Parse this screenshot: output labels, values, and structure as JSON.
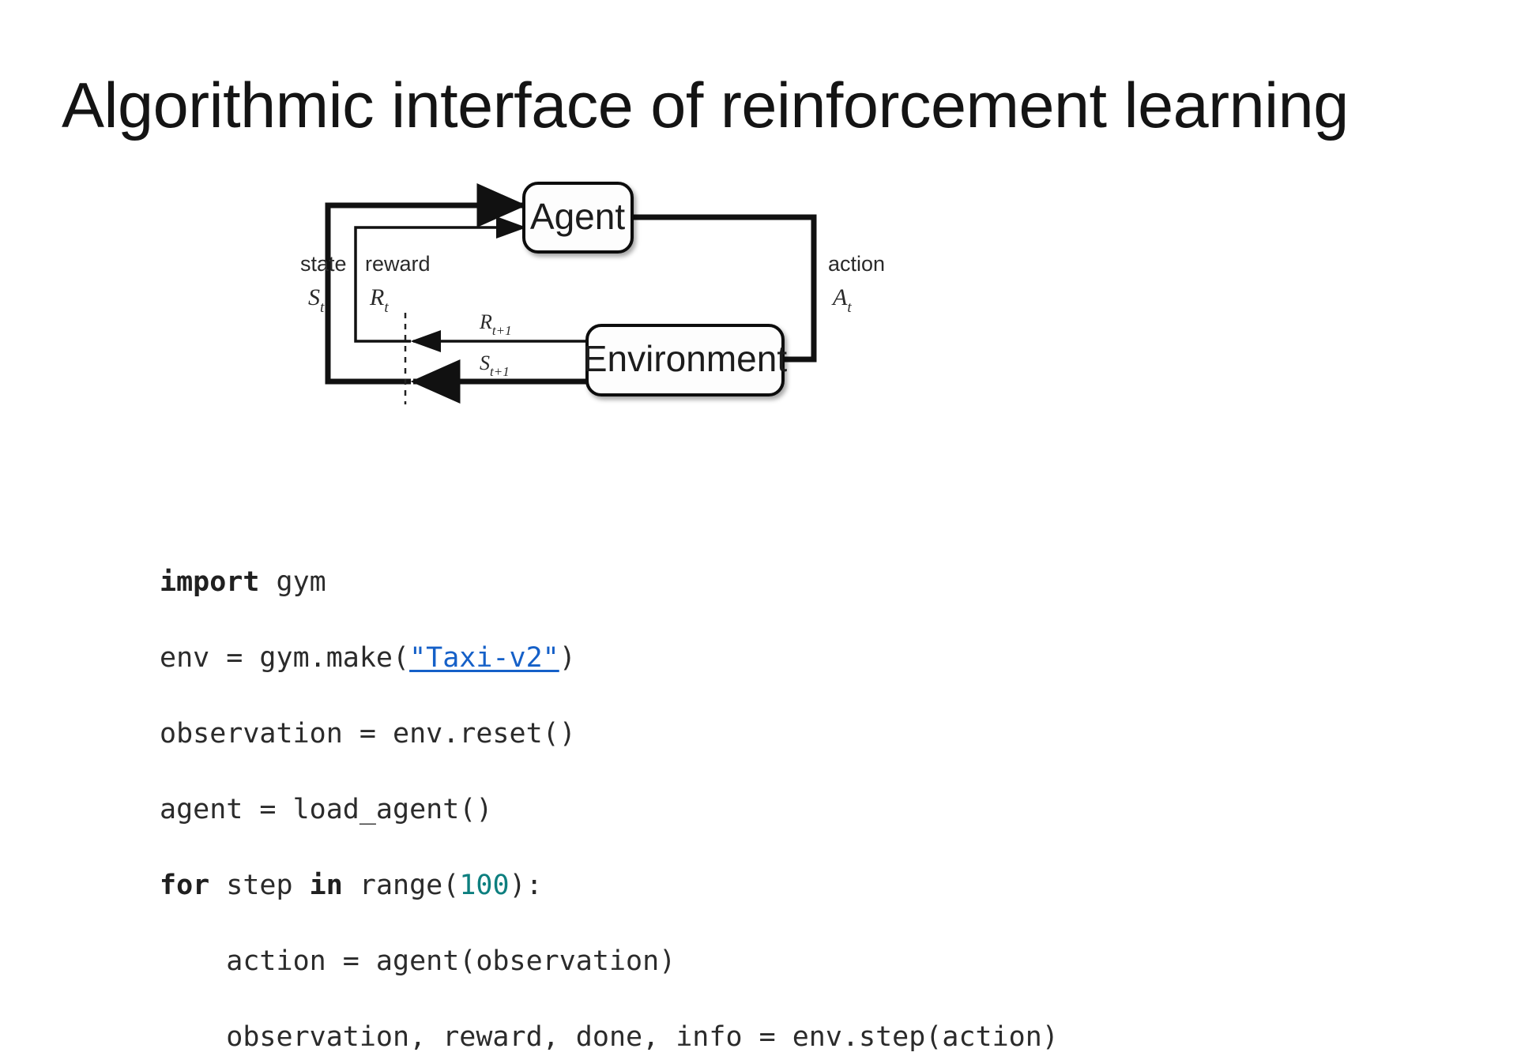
{
  "slide": {
    "title": "Algorithmic interface of reinforcement learning",
    "background_color": "#ffffff",
    "text_color": "#141414"
  },
  "diagram": {
    "name": "agent-environment-interaction-loop",
    "nodes": [
      {
        "id": "agent",
        "label": "Agent"
      },
      {
        "id": "environment",
        "label": "Environment"
      }
    ],
    "edges": [
      {
        "id": "state-in",
        "label": "state",
        "symbol": "S",
        "subscript": "t",
        "from": "environment",
        "to": "agent"
      },
      {
        "id": "reward-in",
        "label": "reward",
        "symbol": "R",
        "subscript": "t",
        "from": "environment",
        "to": "agent"
      },
      {
        "id": "action-out",
        "label": "action",
        "symbol": "A",
        "subscript": "t",
        "from": "agent",
        "to": "environment"
      },
      {
        "id": "reward-next",
        "label": "",
        "symbol": "R",
        "subscript": "t+1",
        "from": "environment",
        "to": "agent"
      },
      {
        "id": "state-next",
        "label": "",
        "symbol": "S",
        "subscript": "t+1",
        "from": "environment",
        "to": "agent"
      }
    ],
    "labels": {
      "state": "state",
      "reward": "reward",
      "action": "action",
      "state_sym": "S",
      "state_sub": "t",
      "reward_sym": "R",
      "reward_sub": "t",
      "action_sym": "A",
      "action_sub": "t",
      "reward_next_sym": "R",
      "reward_next_sub": "t+1",
      "state_next_sym": "S",
      "state_next_sub": "t+1"
    },
    "stroke_color": "#111111",
    "box_fill": "#fdfdfd"
  },
  "code": {
    "language": "python",
    "link_color": "#1560c8",
    "number_color": "#0d7f7f",
    "text_color": "#2b2b2b",
    "lines": [
      {
        "id": "l1",
        "tokens": [
          {
            "t": "import",
            "s": "kw"
          },
          {
            "t": " gym",
            "s": "plain"
          }
        ]
      },
      {
        "id": "l2",
        "tokens": [
          {
            "t": "env = gym.make(",
            "s": "plain"
          },
          {
            "t": "\"Taxi-v2\"",
            "s": "lnk"
          },
          {
            "t": ")",
            "s": "plain"
          }
        ]
      },
      {
        "id": "l3",
        "tokens": [
          {
            "t": "observation = env.reset()",
            "s": "plain"
          }
        ]
      },
      {
        "id": "l4",
        "tokens": [
          {
            "t": "agent = load_agent()",
            "s": "plain"
          }
        ]
      },
      {
        "id": "l5",
        "tokens": [
          {
            "t": "for",
            "s": "kw"
          },
          {
            "t": " step ",
            "s": "plain"
          },
          {
            "t": "in",
            "s": "kw"
          },
          {
            "t": " range(",
            "s": "plain"
          },
          {
            "t": "100",
            "s": "num"
          },
          {
            "t": "):",
            "s": "plain"
          }
        ]
      },
      {
        "id": "l6",
        "tokens": [
          {
            "t": "    action = agent(observation)",
            "s": "plain"
          }
        ]
      },
      {
        "id": "l7",
        "tokens": [
          {
            "t": "    observation, reward, done, info = env.step(action)",
            "s": "plain"
          }
        ]
      }
    ],
    "plain_text": [
      "import gym",
      "env = gym.make(\"Taxi-v2\")",
      "observation = env.reset()",
      "agent = load_agent()",
      "for step in range(100):",
      "    action = agent(observation)",
      "    observation, reward, done, info = env.step(action)"
    ]
  }
}
